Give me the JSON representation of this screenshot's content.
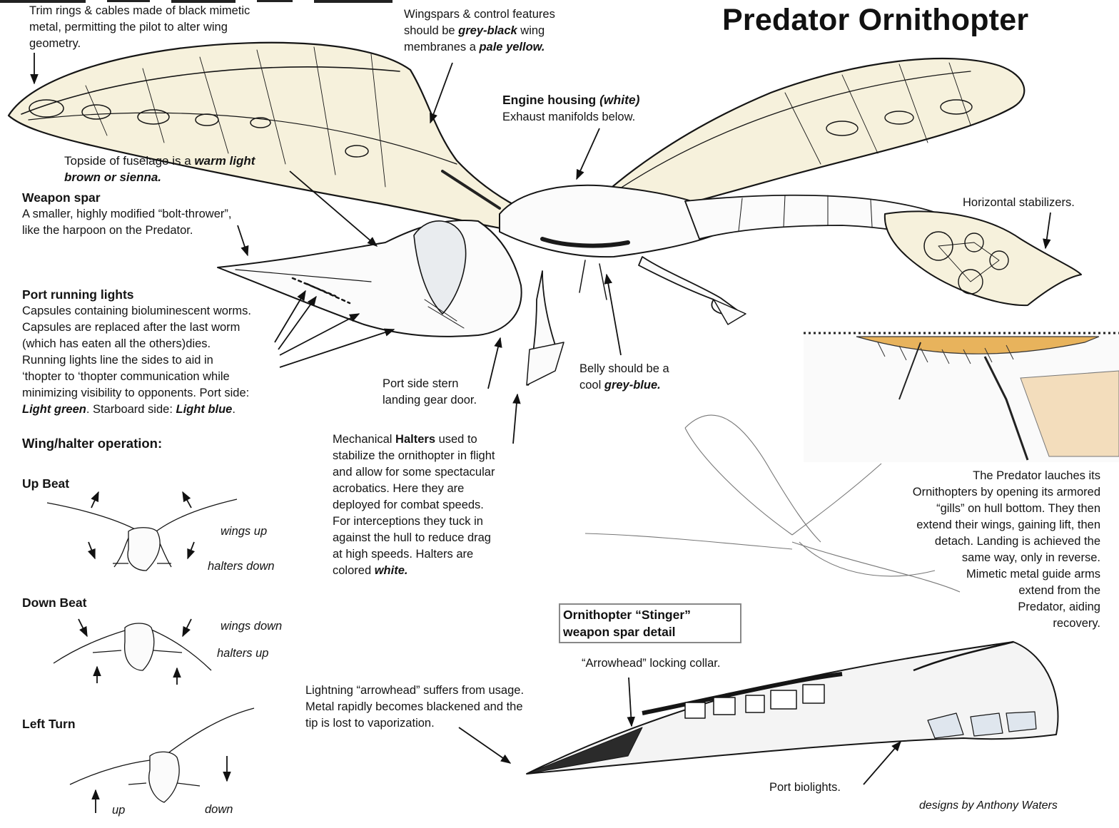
{
  "title": "Predator Ornithopter",
  "credit": "designs by Anthony Waters",
  "notes": {
    "trim_rings": [
      "Trim rings & cables made of black mimetic",
      "metal, permitting the pilot to alter wing",
      "geometry."
    ],
    "wingspars": {
      "line1": "Wingspars & control features",
      "line2_a": "should be ",
      "line2_b": "grey-black",
      "line2_c": " wing",
      "line3_a": "membranes a ",
      "line3_b": "pale yellow."
    },
    "engine": {
      "bold": "Engine housing ",
      "bold_italic": "(white)",
      "line2": "Exhaust manifolds below."
    },
    "topside": {
      "line1_a": "Topside of fuselage is a ",
      "line1_b": "warm light",
      "line2": "brown or sienna."
    },
    "weapon_spar": {
      "heading": "Weapon spar",
      "lines": [
        "A smaller, highly modified “bolt-thrower”,",
        "like the harpoon on the Predator."
      ]
    },
    "horizontal_stabilizers": "Horizontal stabilizers.",
    "port_running_lights": {
      "heading": "Port running lights",
      "lines": [
        "Capsules containing bioluminescent worms.",
        "Capsules are replaced after the last worm",
        "(which has eaten all the others)dies.",
        "Running lights line the sides to aid in",
        "‘thopter to ‘thopter communication while",
        "minimizing visibility to opponents.  Port side:"
      ],
      "last_a": "Light green",
      "last_b": ".  Starboard side: ",
      "last_c": "Light blue",
      "last_d": "."
    },
    "stern_gear": [
      "Port side stern",
      "landing gear door."
    ],
    "belly": {
      "line1": "Belly should be a",
      "line2_a": "cool ",
      "line2_b": "grey-blue."
    },
    "halters": {
      "line1_a": "Mechanical ",
      "line1_b": "Halters",
      "line1_c": " used to",
      "lines": [
        "stabilize the ornithopter in flight",
        "and allow for some spectacular",
        "acrobatics.  Here they are",
        "deployed for combat speeds.",
        "For interceptions they tuck in",
        "against the hull to reduce drag",
        "at high speeds.  Halters are"
      ],
      "last_a": "colored ",
      "last_b": "white."
    },
    "launch": [
      "The Predator lauches its",
      "Ornithopters by opening its armored",
      "“gills” on hull bottom.  They then",
      "extend their wings, gaining lift, then",
      "detach.  Landing is achieved the",
      "same way, only in reverse.",
      "Mimetic metal guide arms",
      "extend from the",
      "Predator, aiding",
      "recovery."
    ],
    "stinger_box": [
      "Ornithopter “Stinger”",
      "weapon spar detail"
    ],
    "arrowhead_collar": "“Arrowhead” locking collar.",
    "lightning": [
      "Lightning “arrowhead” suffers from usage.",
      "Metal rapidly becomes blackened and the",
      "tip is lost to vaporization."
    ],
    "port_biolights": "Port biolights."
  },
  "operation": {
    "heading": "Wing/halter operation:",
    "up_beat": {
      "label": "Up Beat",
      "wings": "wings up",
      "halters": "halters down"
    },
    "down_beat": {
      "label": "Down Beat",
      "wings": "wings down",
      "halters": "halters up"
    },
    "left_turn": {
      "label": "Left Turn",
      "up": "up",
      "down": "down"
    }
  },
  "colors": {
    "ink": "#141414",
    "wing_membrane": "#f6f1dc",
    "fuselage_sienna": "#e8b35c",
    "halter_tan": "#f3ddbc"
  }
}
